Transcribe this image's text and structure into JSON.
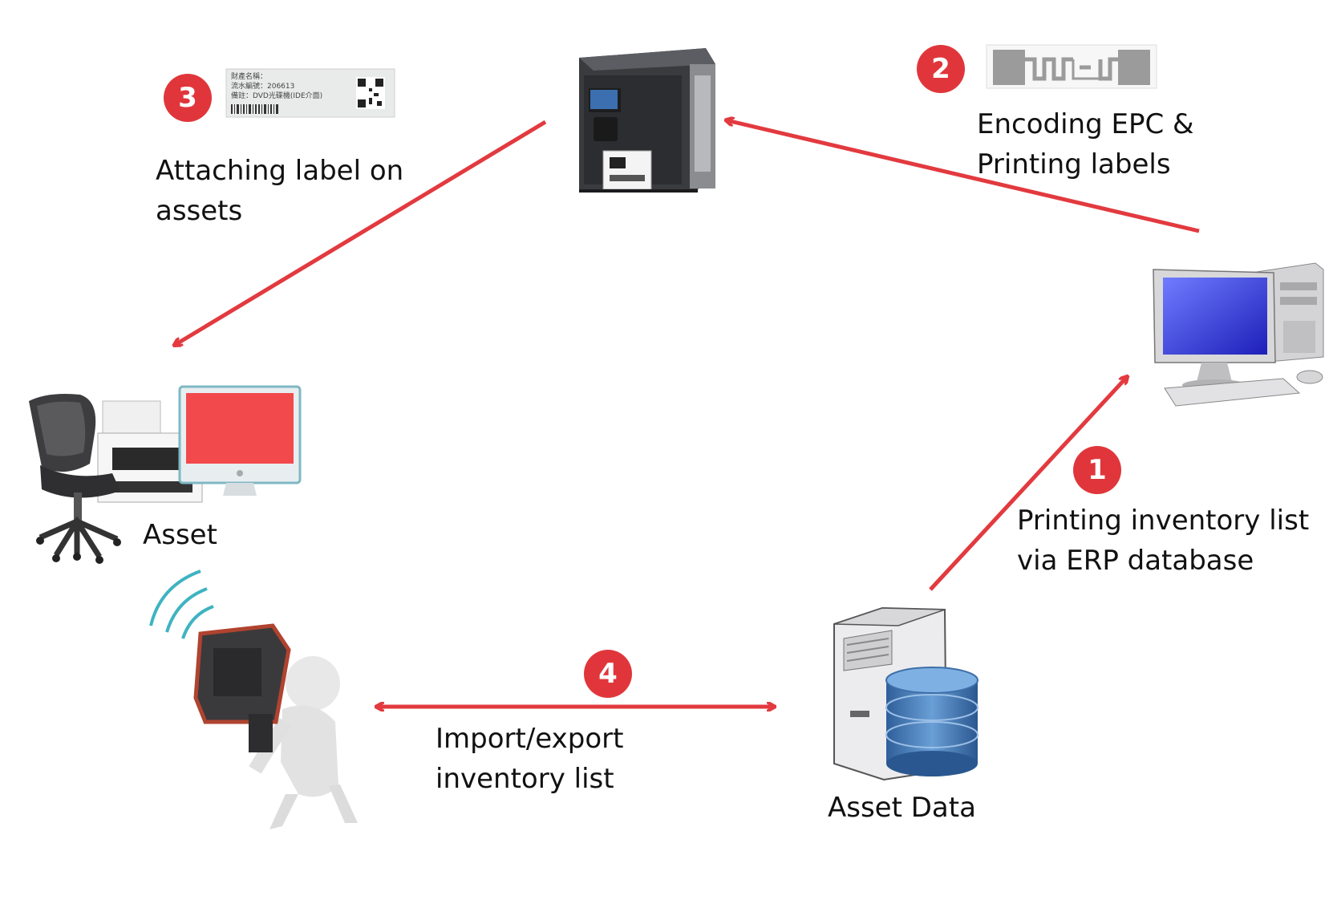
{
  "colors": {
    "accent_red": "#e0363b",
    "arrow_red": "#e23a3f"
  },
  "steps": [
    {
      "number": "1",
      "label_line1": "Printing inventory list",
      "label_line2": "via ERP database"
    },
    {
      "number": "2",
      "label_line1": "Encoding EPC &",
      "label_line2": "Printing labels"
    },
    {
      "number": "3",
      "label_line1": "Attaching label on",
      "label_line2": "assets"
    },
    {
      "number": "4",
      "label_line1": "Import/export",
      "label_line2": "inventory list"
    }
  ],
  "nodes": {
    "asset_label": "Asset",
    "asset_data_label": "Asset Data"
  },
  "asset_tag": {
    "line1": "財產名稱：",
    "line2": "流水編號：206613",
    "line3": "備註：DVD光碟機(IDE介面)"
  },
  "icons": [
    "thermal-printer-icon",
    "desktop-computer-icon",
    "server-database-icon",
    "office-chair-icon",
    "office-printer-icon",
    "monitor-icon",
    "rfid-handheld-reader-icon",
    "rfid-inlay-icon",
    "asset-tag-icon"
  ]
}
